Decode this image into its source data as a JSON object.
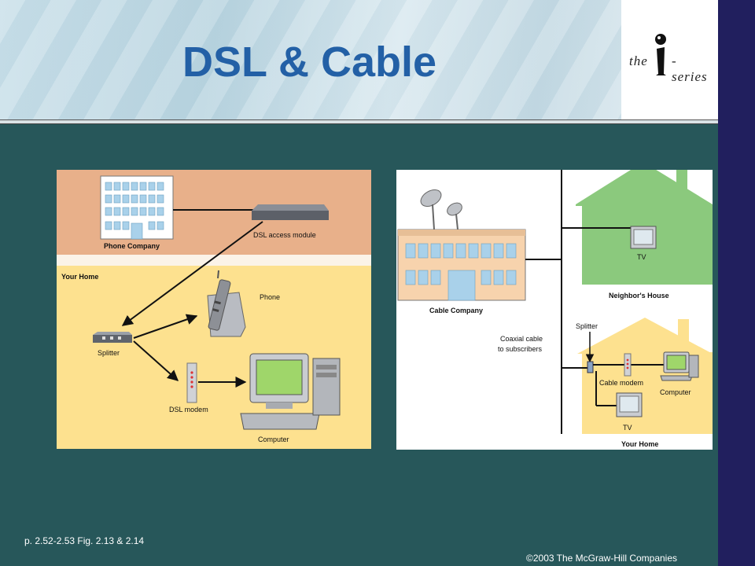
{
  "slide": {
    "title": "DSL & Cable",
    "logo": {
      "prefix": "the",
      "letter": "i",
      "suffix": "-series"
    },
    "caption": "p. 2.52-2.53 Fig. 2.13 & 2.14",
    "copyright": "©2003 The McGraw-Hill Companies"
  },
  "dsl_diagram": {
    "phone_company": "Phone Company",
    "dsl_access_module": "DSL access module",
    "your_home": "Your Home",
    "phone": "Phone",
    "splitter": "Splitter",
    "dsl_modem": "DSL modem",
    "computer": "Computer"
  },
  "cable_diagram": {
    "cable_company": "Cable Company",
    "coax_line1": "Coaxial cable",
    "coax_line2": "to subscribers",
    "neighbors_house": "Neighbor's House",
    "tv_neighbor": "TV",
    "splitter": "Splitter",
    "cable_modem": "Cable modem",
    "computer": "Computer",
    "tv_home": "TV",
    "your_home": "Your Home"
  },
  "colors": {
    "background": "#27575a",
    "title": "#2360a6",
    "sidebar": "#211f5e",
    "phone_company_zone": "#e8b08a",
    "home_zone": "#fde18f",
    "neighbor_house": "#8bc97d",
    "home_house": "#fde18f"
  }
}
